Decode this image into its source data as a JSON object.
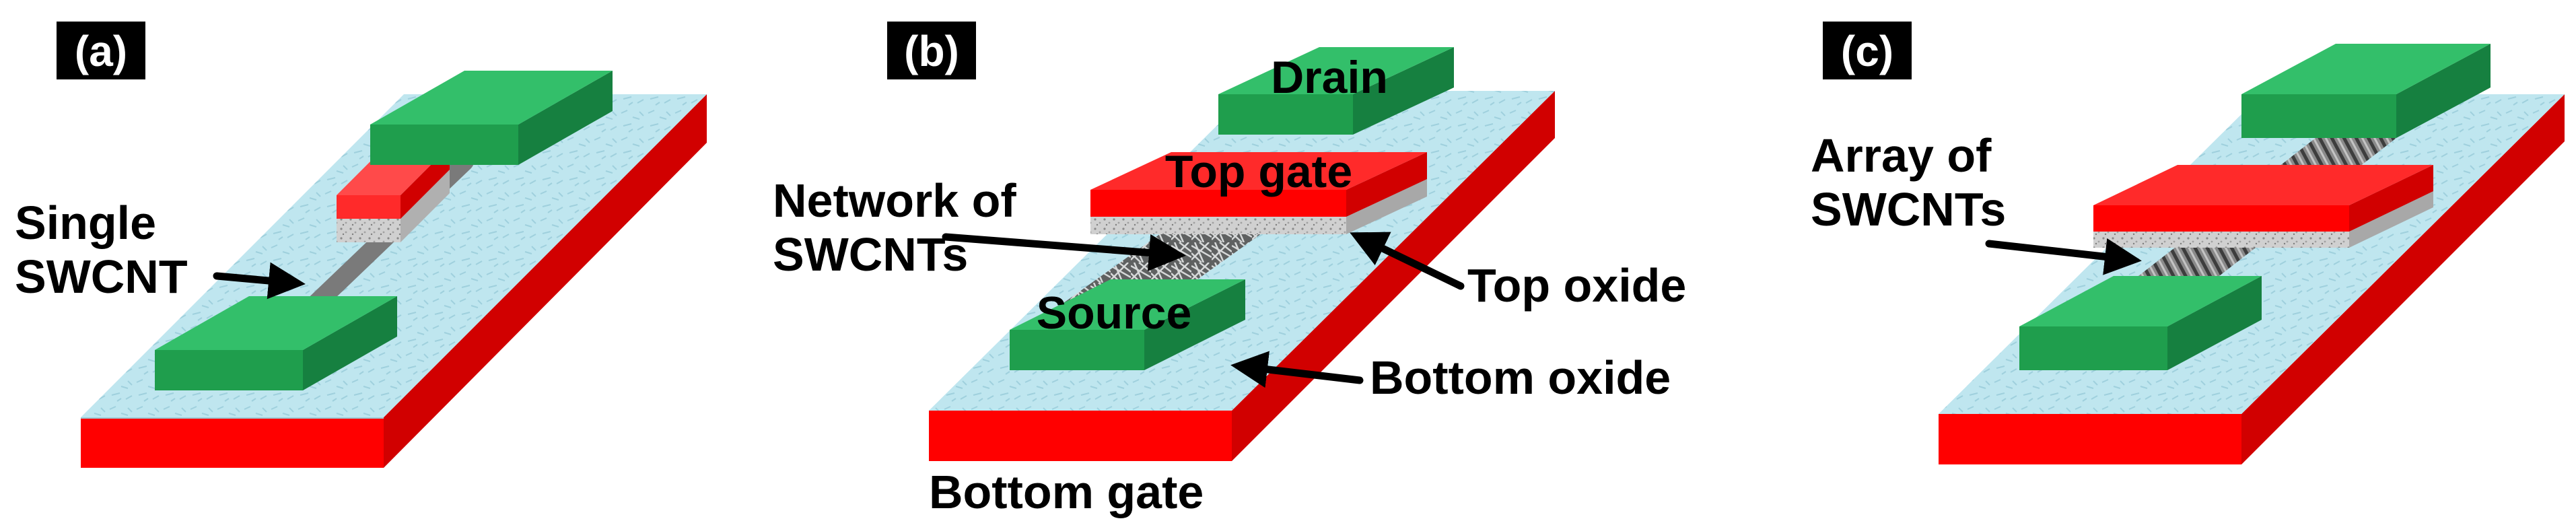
{
  "panels": [
    {
      "tag": "(a)",
      "labels": {
        "channel_line1": "Single",
        "channel_line2": "SWCNT"
      }
    },
    {
      "tag": "(b)",
      "labels": {
        "drain": "Drain",
        "top_gate": "Top gate",
        "channel_line1": "Network of",
        "channel_line2": "SWCNTs",
        "source": "Source",
        "top_oxide": "Top oxide",
        "bottom_oxide": "Bottom oxide",
        "bottom_gate": "Bottom gate"
      }
    },
    {
      "tag": "(c)",
      "labels": {
        "channel_line1": "Array of",
        "channel_line2": "SWCNTs"
      }
    }
  ],
  "colors": {
    "substrate_red": "#ff0000",
    "substrate_red_dark": "#d10000",
    "oxide_light_blue": "#bfe6ef",
    "contact_green": "#33bf6a",
    "contact_green_dark": "#1f9e4d",
    "gate_red": "#ff2a2a",
    "gate_oxide_gray": "#c8c8c8",
    "tag_background": "#000000"
  }
}
